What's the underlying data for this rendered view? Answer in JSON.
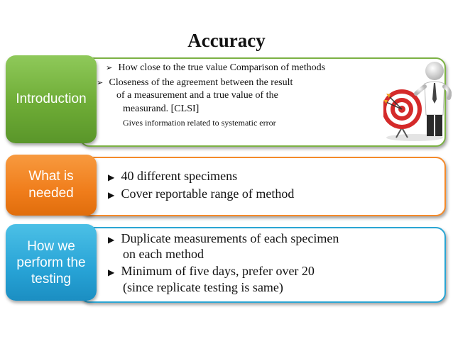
{
  "title": "Accuracy",
  "sections": [
    {
      "label": "Introduction",
      "lines": [
        "How close to the true value Comparison of methods",
        "Closeness of  the agreement between the result",
        "of a  measurement  and a true value of the",
        "measurand. [CLSI]",
        "Gives information related to systematic error"
      ]
    },
    {
      "label_line1": "What is",
      "label_line2": "needed",
      "bullets": [
        "40 different specimens",
        "Cover reportable range of method"
      ]
    },
    {
      "label_line1": "How we",
      "label_line2": "perform the",
      "label_line3": "testing",
      "bullets": [
        "Duplicate measurements of each specimen",
        "on each method",
        "Minimum of five days, prefer over 20",
        "(since replicate testing is same)"
      ]
    }
  ],
  "colors": {
    "green": "#6eac36",
    "orange": "#f07d1b",
    "blue": "#27a3d6"
  },
  "icons": [
    "arrowhead-bullet-icon",
    "triangle-bullet-icon",
    "target-person-clipart"
  ]
}
